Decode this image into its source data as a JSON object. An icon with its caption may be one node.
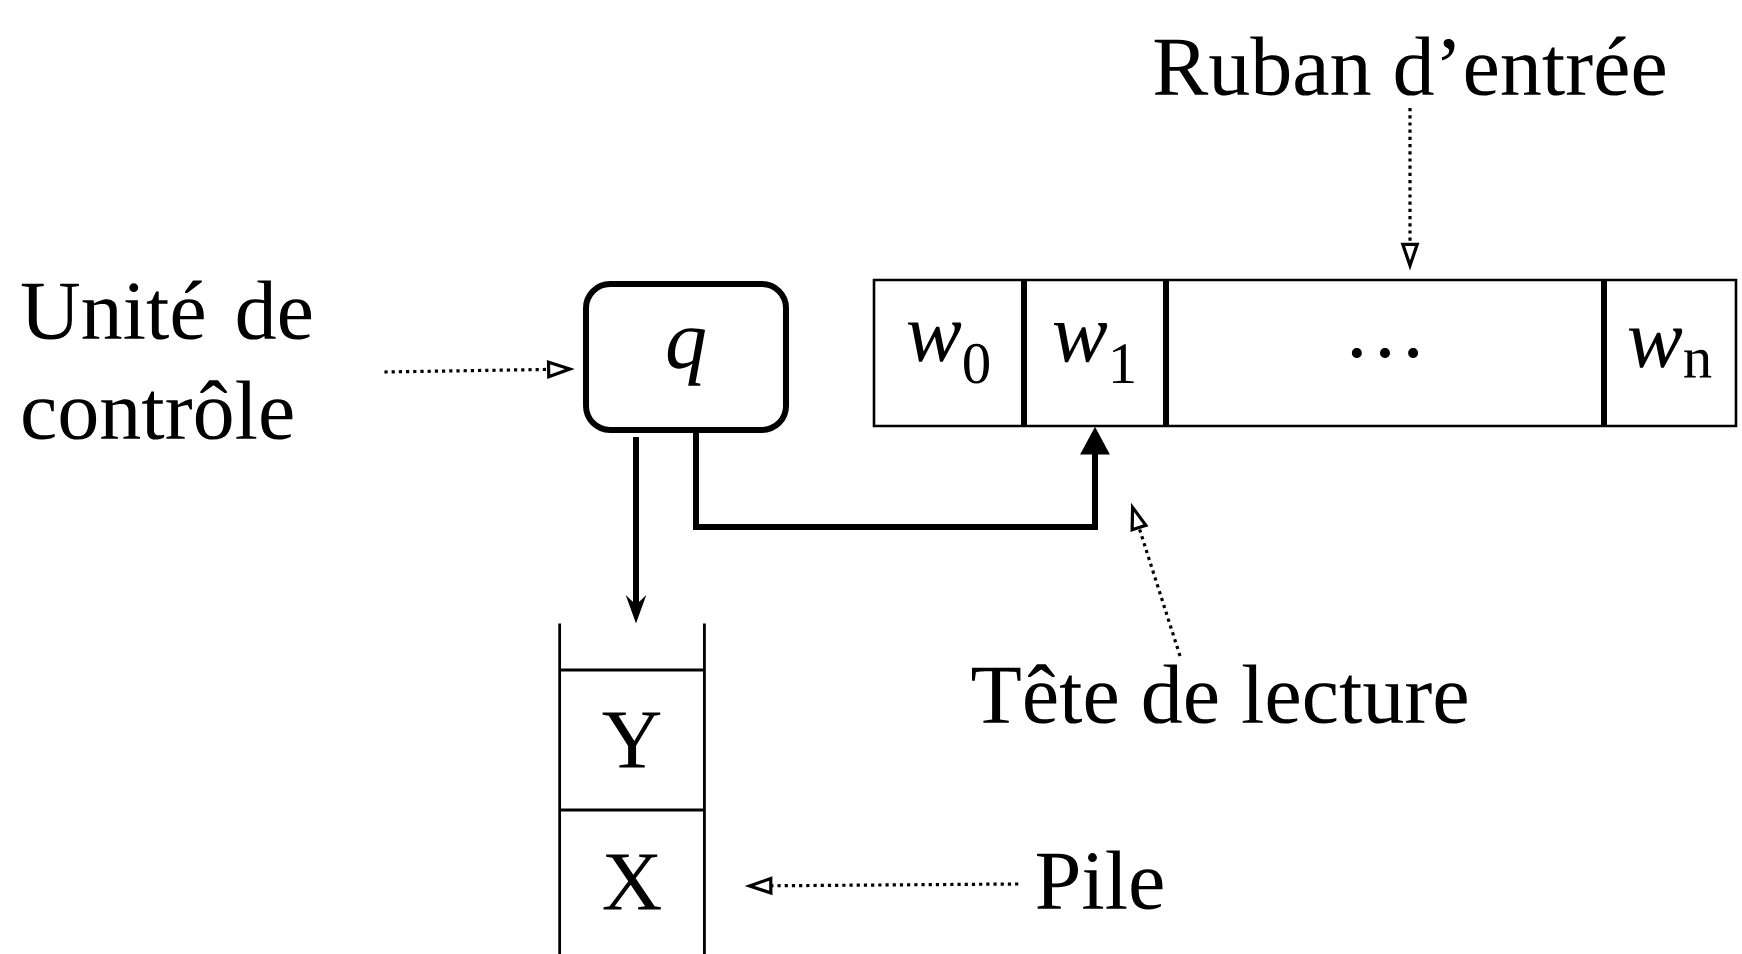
{
  "diagram": {
    "nodes": [
      {
        "text": [
          "Unité de contrôle"
        ]
      },
      {
        "text": [
          "q"
        ]
      },
      {
        "text": [],
        "shape": "box"
      },
      {
        "text": [
          "*w*$_{0}$"
        ],
        "in": 2
      },
      {
        "text": [
          "*w*$_{1}$"
        ],
        "in": 2
      },
      {
        "text": [
          "…"
        ],
        "in": 2
      },
      {
        "text": [
          "*w*$_{n}$"
        ],
        "in": 2
      },
      {
        "text": [
          "Ruban d’entrée"
        ]
      },
      {
        "text": [
          "Tête de lecture"
        ]
      },
      {
        "text": [],
        "shape": "box"
      },
      {
        "text": [
          "Y"
        ],
        "in": 9
      },
      {
        "text": [
          "X"
        ],
        "in": 9
      },
      {
        "text": [
          "Pile"
        ]
      }
    ],
    "edges": [
      {
        "from": 0,
        "to": 1,
        "arrow": "to",
        "style": "dashed"
      },
      {
        "from": 7,
        "to": 2,
        "arrow": "to",
        "style": "dashed"
      },
      {
        "from": 8,
        "to": 4,
        "arrow": "to",
        "style": "dashed"
      },
      {
        "from": 12,
        "to": 11,
        "arrow": "to",
        "style": "dashed"
      },
      {
        "from": 1,
        "to": 9,
        "arrow": "to"
      },
      {
        "from": 1,
        "to": 4,
        "arrow": "to"
      }
    ]
  }
}
